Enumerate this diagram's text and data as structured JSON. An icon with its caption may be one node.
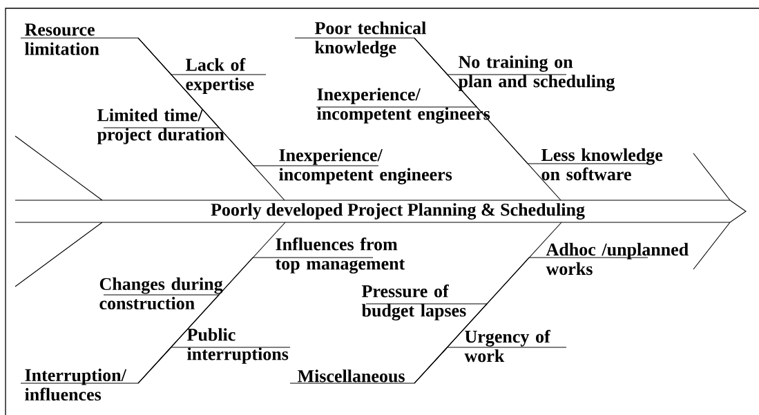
{
  "diagram": {
    "nodes": [
      {
        "text": [
          "Poorly developed Project Planning & Scheduling"
        ]
      },
      {
        "text": [
          "Resource limitation"
        ]
      },
      {
        "text": [
          "Lack of expertise"
        ]
      },
      {
        "text": [
          "Limited time/ project duration"
        ]
      },
      {
        "text": [
          "Inexperience/ incompetent engineers"
        ]
      },
      {
        "text": [
          "Poor technical knowledge"
        ]
      },
      {
        "text": [
          "No training on plan and scheduling"
        ]
      },
      {
        "text": [
          "Inexperience/ incompetent engineers"
        ]
      },
      {
        "text": [
          "Less knowledge on software"
        ]
      },
      {
        "text": [
          "Interruption/ influences"
        ]
      },
      {
        "text": [
          "Changes during construction"
        ]
      },
      {
        "text": [
          "Public interruptions"
        ]
      },
      {
        "text": [
          "Influences from top management"
        ]
      },
      {
        "text": [
          "Miscellaneous"
        ]
      },
      {
        "text": [
          "Pressure of budget lapses"
        ]
      },
      {
        "text": [
          "Urgency of work"
        ]
      },
      {
        "text": [
          "Adhoc /unplanned works"
        ]
      }
    ],
    "edges": [
      {
        "from": 1,
        "to": 0,
        "arrow": "none"
      },
      {
        "from": 2,
        "to": 1,
        "arrow": "none"
      },
      {
        "from": 3,
        "to": 1,
        "arrow": "none"
      },
      {
        "from": 4,
        "to": 1,
        "arrow": "none"
      },
      {
        "from": 5,
        "to": 0,
        "arrow": "none"
      },
      {
        "from": 6,
        "to": 5,
        "arrow": "none"
      },
      {
        "from": 7,
        "to": 5,
        "arrow": "none"
      },
      {
        "from": 8,
        "to": 5,
        "arrow": "none"
      },
      {
        "from": 9,
        "to": 0,
        "arrow": "none"
      },
      {
        "from": 10,
        "to": 9,
        "arrow": "none"
      },
      {
        "from": 11,
        "to": 9,
        "arrow": "none"
      },
      {
        "from": 12,
        "to": 9,
        "arrow": "none"
      },
      {
        "from": 13,
        "to": 0,
        "arrow": "none"
      },
      {
        "from": 14,
        "to": 13,
        "arrow": "none"
      },
      {
        "from": 15,
        "to": 13,
        "arrow": "none"
      },
      {
        "from": 16,
        "to": 13,
        "arrow": "none"
      }
    ]
  }
}
